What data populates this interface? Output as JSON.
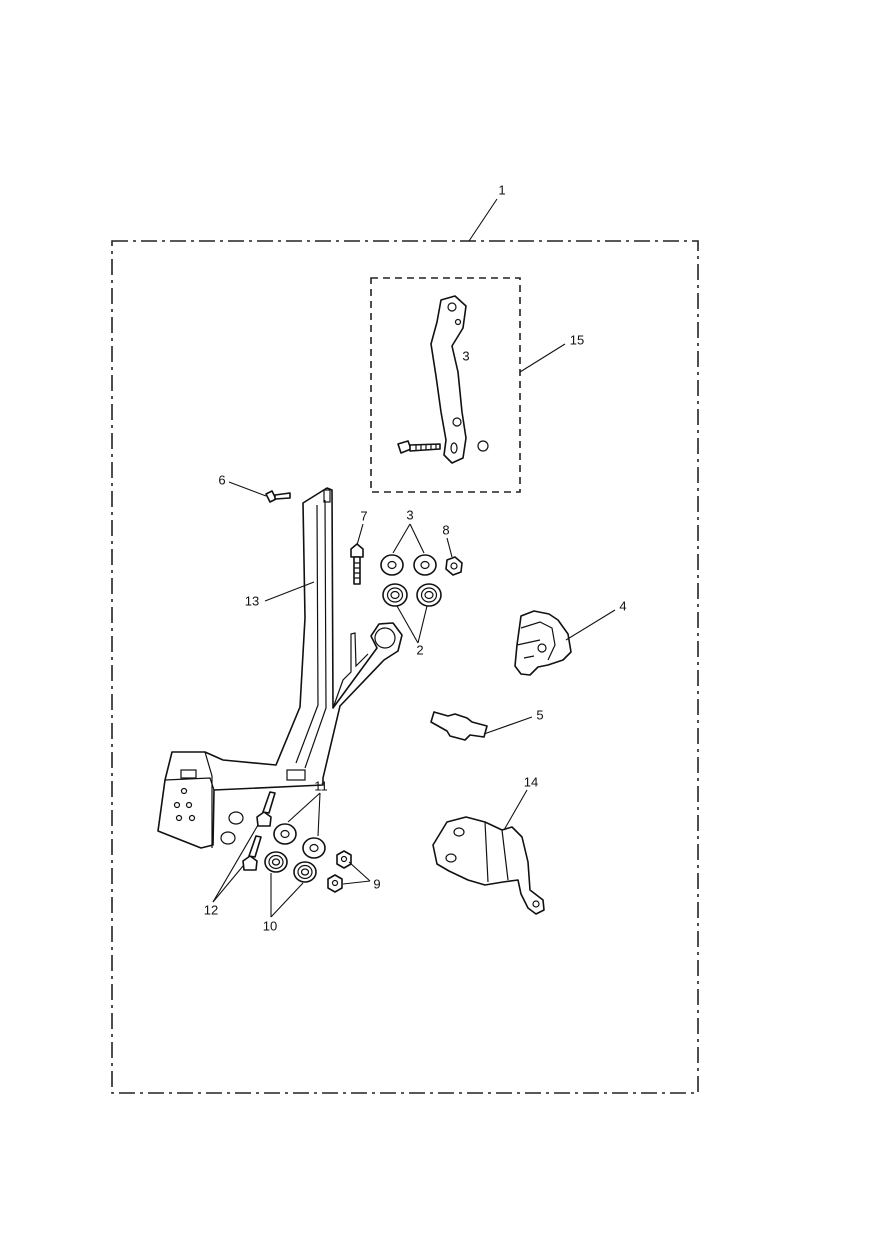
{
  "callouts": {
    "c1": "1",
    "c2": "2",
    "c3_inset": "3",
    "c3": "3",
    "c4": "4",
    "c5": "5",
    "c6": "6",
    "c7": "7",
    "c8": "8",
    "c9": "9",
    "c10": "10",
    "c11": "11",
    "c12": "12",
    "c13": "13",
    "c14": "14",
    "c15": "15"
  }
}
